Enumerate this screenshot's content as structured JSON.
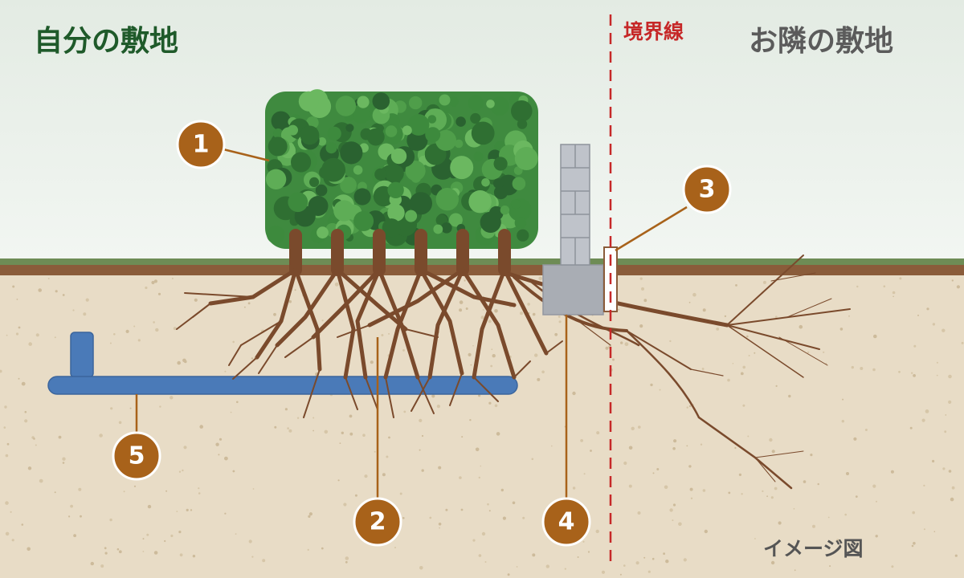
{
  "labels": {
    "own_lot": "自分の敷地",
    "neighbor_lot": "お隣の敷地",
    "boundary_line": "境界線",
    "caption": "イメージ図"
  },
  "callouts": [
    {
      "number": "1",
      "target": "hedge"
    },
    {
      "number": "2",
      "target": "roots"
    },
    {
      "number": "3",
      "target": "boundary-stake"
    },
    {
      "number": "4",
      "target": "block-wall-foundation"
    },
    {
      "number": "5",
      "target": "water-pipe"
    }
  ],
  "colors": {
    "sky": "#eef3ee",
    "soil": "#e8dcc6",
    "grass": "#6e8c55",
    "topsoil": "#8a5c3a",
    "hedge": "#3f8a3f",
    "root": "#7a4a2c",
    "pipe": "#4a7ab8",
    "wall": "#b8bcc4",
    "badge": "#a8621a",
    "boundary": "#c62828"
  }
}
